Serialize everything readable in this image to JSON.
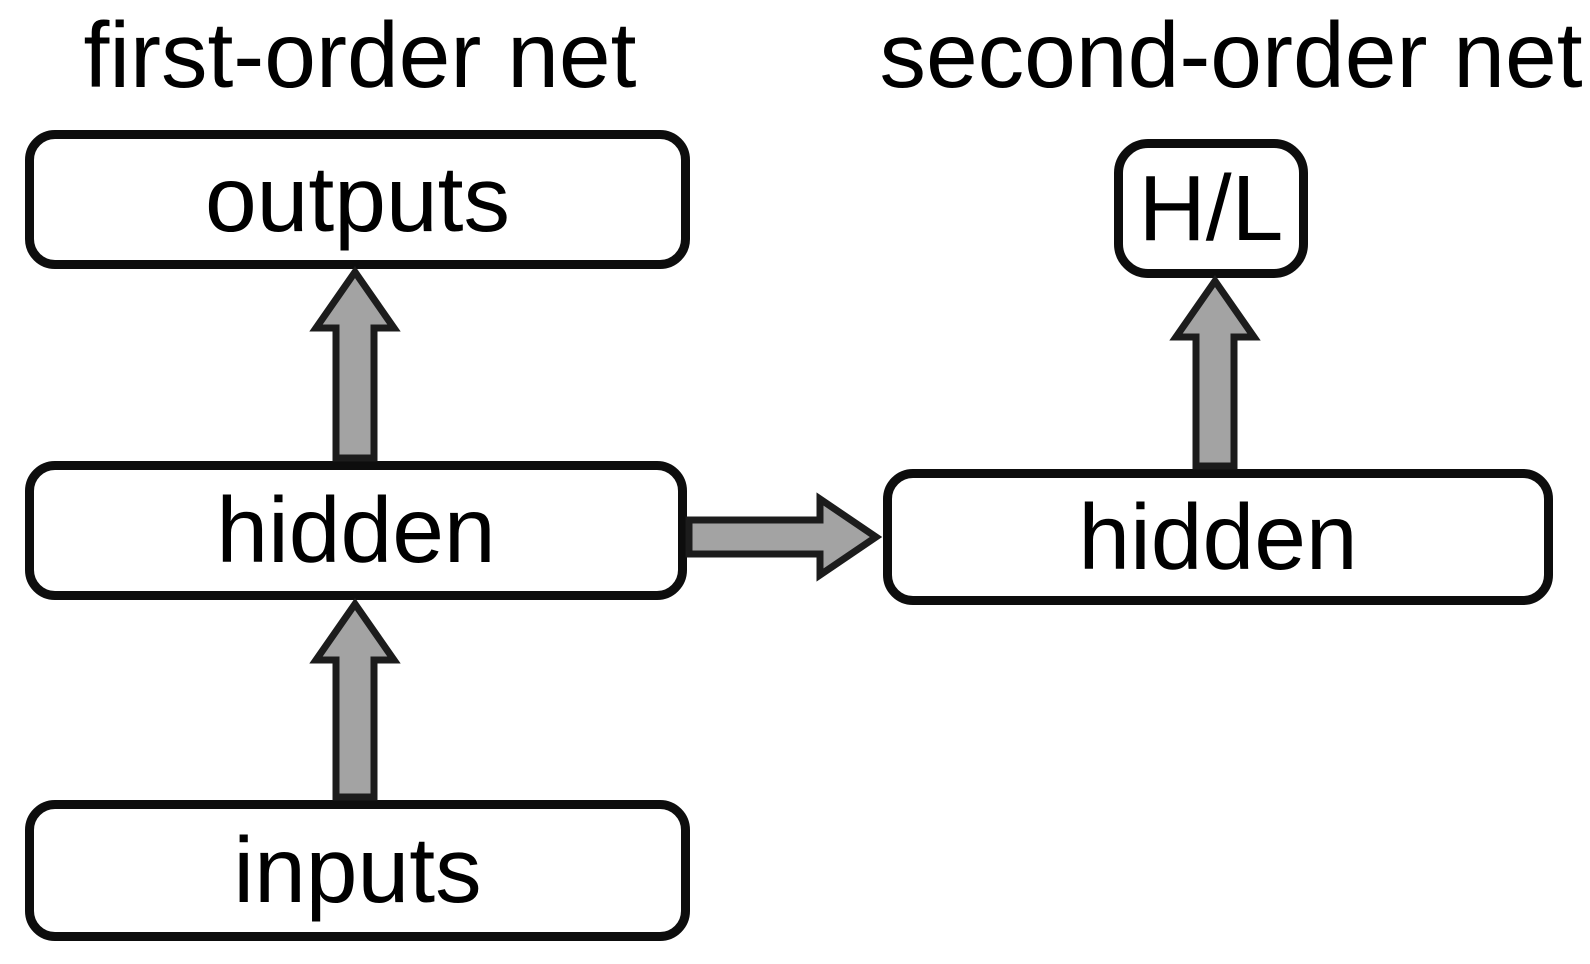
{
  "titles": {
    "first_order": "first-order net",
    "second_order": "second-order net"
  },
  "nodes": {
    "outputs": "outputs",
    "hidden_first": "hidden",
    "inputs": "inputs",
    "hidden_second": "hidden",
    "hl": "H/L"
  },
  "edges": [
    {
      "from": "inputs",
      "to": "hidden_first",
      "direction": "up"
    },
    {
      "from": "hidden_first",
      "to": "outputs",
      "direction": "up"
    },
    {
      "from": "hidden_first",
      "to": "hidden_second",
      "direction": "right"
    },
    {
      "from": "hidden_second",
      "to": "hl",
      "direction": "up"
    }
  ],
  "colors": {
    "bg": "#ffffff",
    "text": "#000000",
    "box_border": "#0d0d0d",
    "box_fill": "#ffffff",
    "arrow_fill": "#a3a3a3",
    "arrow_stroke": "#1c1c1c"
  }
}
